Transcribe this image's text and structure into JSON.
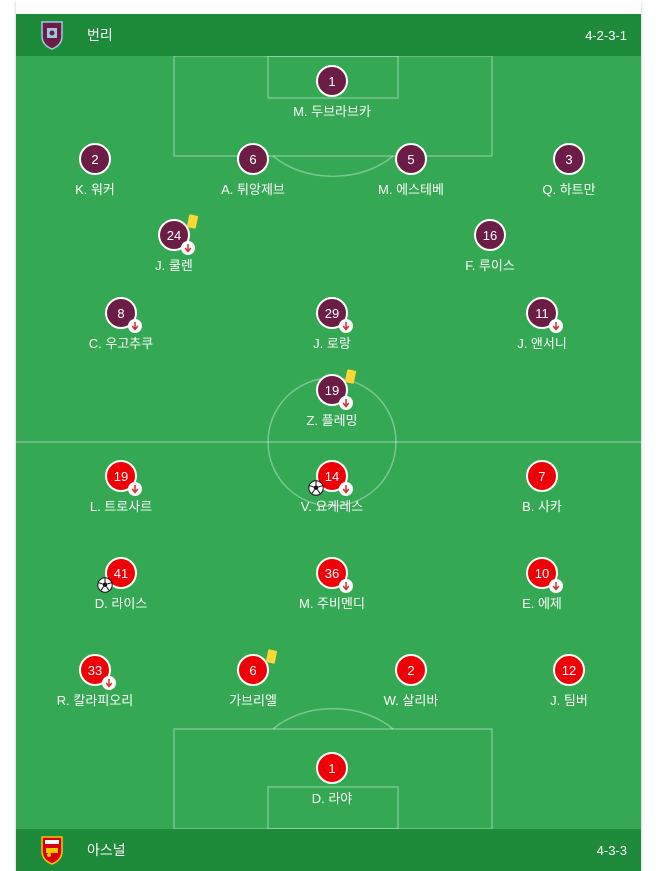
{
  "home": {
    "name": "번리",
    "formation": "4-2-3-1",
    "color": "#6c1d45",
    "players": [
      {
        "number": "1",
        "name": "M. 두브라브카"
      },
      {
        "number": "2",
        "name": "K. 워커"
      },
      {
        "number": "6",
        "name": "A. 튀앙제브"
      },
      {
        "number": "5",
        "name": "M. 에스테베"
      },
      {
        "number": "3",
        "name": "Q. 하트만"
      },
      {
        "number": "24",
        "name": "J. 쿨렌",
        "yellow_card": true,
        "subbed_off": true
      },
      {
        "number": "16",
        "name": "F. 루이스"
      },
      {
        "number": "8",
        "name": "C. 우고추쿠",
        "subbed_off": true
      },
      {
        "number": "29",
        "name": "J. 로랑",
        "subbed_off": true
      },
      {
        "number": "11",
        "name": "J. 앤서니",
        "subbed_off": true
      },
      {
        "number": "19",
        "name": "Z. 플레밍",
        "yellow_card": true,
        "subbed_off": true
      }
    ]
  },
  "away": {
    "name": "아스널",
    "formation": "4-3-3",
    "color": "#ef0107",
    "players": [
      {
        "number": "19",
        "name": "L. 트로사르",
        "subbed_off": true
      },
      {
        "number": "14",
        "name": "V. 요케레스",
        "subbed_off": true,
        "goal": true
      },
      {
        "number": "7",
        "name": "B. 사카"
      },
      {
        "number": "41",
        "name": "D. 라이스",
        "goal": true
      },
      {
        "number": "36",
        "name": "M. 주비멘디",
        "subbed_off": true
      },
      {
        "number": "10",
        "name": "E. 에제",
        "subbed_off": true
      },
      {
        "number": "33",
        "name": "R. 칼라피오리",
        "subbed_off": true
      },
      {
        "number": "6",
        "name": "가브리엘",
        "yellow_card": true
      },
      {
        "number": "2",
        "name": "W. 살리바"
      },
      {
        "number": "12",
        "name": "J. 팀버"
      },
      {
        "number": "1",
        "name": "D. 라야"
      }
    ]
  },
  "icons": {
    "home_crest": "burnley-crest-icon",
    "away_crest": "arsenal-crest-icon",
    "substitution": "sub-arrow-down-icon",
    "yellow_card": "yellow-card-icon",
    "goal": "football-icon"
  },
  "colors": {
    "pitch": "#34a853",
    "team_bar": "#1e8b3a",
    "yellow_card": "#fdd835",
    "sub_arrow": "#d32f2f"
  }
}
